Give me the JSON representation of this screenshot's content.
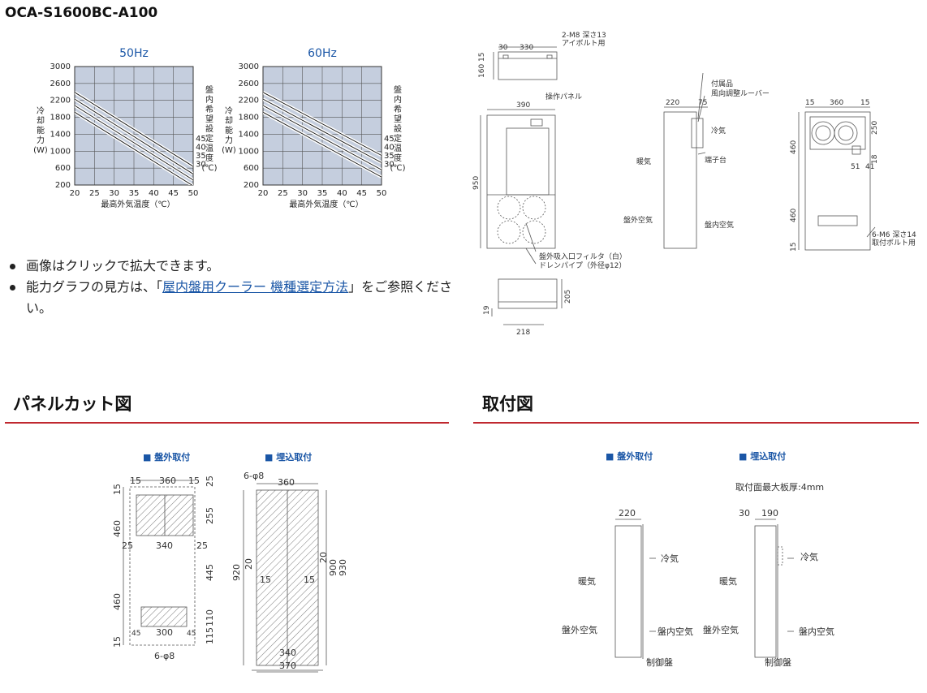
{
  "model": "OCA-S1600BC-A100",
  "graphs": {
    "y_ticks": [
      "3000",
      "2600",
      "2200",
      "1800",
      "1400",
      "1000",
      "600",
      "200"
    ],
    "x_ticks": [
      "20",
      "25",
      "30",
      "35",
      "40",
      "45",
      "50"
    ],
    "xlabel": "最高外気温度（℃）",
    "ylabel": "冷却能力（W）",
    "setpoint_label": "盤内希望設定温度（℃）",
    "line_labels": [
      "45",
      "40",
      "35",
      "30"
    ],
    "left_title": "50Hz",
    "right_title": "60Hz"
  },
  "chart_data": [
    {
      "type": "line",
      "title": "50Hz",
      "xlabel": "最高外気温度（℃）",
      "ylabel": "冷却能力（W）",
      "xlim": [
        20,
        50
      ],
      "ylim": [
        200,
        3000
      ],
      "grid": true,
      "x": [
        20,
        50
      ],
      "series": [
        {
          "name": "45",
          "values": [
            2390,
            640
          ]
        },
        {
          "name": "40",
          "values": [
            2230,
            460
          ]
        },
        {
          "name": "35",
          "values": [
            2080,
            320
          ]
        },
        {
          "name": "30",
          "values": [
            1920,
            180
          ]
        }
      ]
    },
    {
      "type": "line",
      "title": "60Hz",
      "xlabel": "最高外気温度（℃）",
      "ylabel": "冷却能力（W）",
      "xlim": [
        20,
        50
      ],
      "ylim": [
        200,
        3000
      ],
      "grid": true,
      "x": [
        20,
        50
      ],
      "series": [
        {
          "name": "45",
          "values": [
            2390,
            900
          ]
        },
        {
          "name": "40",
          "values": [
            2230,
            730
          ]
        },
        {
          "name": "35",
          "values": [
            2080,
            560
          ]
        },
        {
          "name": "30",
          "values": [
            1920,
            390
          ]
        }
      ]
    }
  ],
  "notes": {
    "item1": "画像はクリックで拡大できます。",
    "item2_pre": "能力グラフの見方は、「",
    "item2_link": "屋内盤用クーラー 機種選定方法",
    "item2_post": "」をご参照ください。"
  },
  "sections": {
    "panel_cut": "パネルカット図",
    "mounting": "取付図"
  },
  "dimension_drawing": {
    "top": {
      "d30": "30",
      "d330": "330",
      "d15": "15",
      "d160": "160",
      "callout_line1": "2-M8 深さ13",
      "callout_line2": "アイボルト用"
    },
    "front": {
      "d390": "390",
      "d950": "950",
      "op_panel": "操作パネル",
      "filter": "盤外吸入口フィルタ（白）",
      "drain": "ドレンパイプ（外径φ12）"
    },
    "bottom": {
      "d19": "19",
      "d205": "205",
      "d218": "218"
    },
    "side": {
      "d220": "220",
      "d75": "75",
      "acc1": "付属品",
      "acc2": "風向調整ルーバー",
      "cold": "冷気",
      "terminal": "端子台",
      "warm": "暖気",
      "out_air": "盤外空気",
      "in_air": "盤内空気"
    },
    "back": {
      "d15a": "15",
      "d360": "360",
      "d15b": "15",
      "d250": "250",
      "d460a": "460",
      "d18": "18",
      "d51": "51",
      "d41": "41",
      "d460b": "460",
      "d15c": "15",
      "callout_line1": "6-M6 深さ14",
      "callout_line2": "取付ボルト用"
    }
  },
  "panel_cut": {
    "ext_title": "■ 盤外取付",
    "emb_title": "■ 埋込取付",
    "ext": {
      "d15a": "15",
      "d360": "360",
      "d15b": "15",
      "d25a": "25",
      "d15c": "15",
      "d255": "255",
      "d460a": "460",
      "d25b": "25",
      "d340": "340",
      "d25c": "25",
      "d445": "445",
      "d460b": "460",
      "d110": "110",
      "d45a": "45",
      "d300": "300",
      "d45b": "45",
      "d115": "115",
      "d15d": "15",
      "holes": "6-φ8"
    },
    "emb": {
      "holes": "6-φ8",
      "d360": "360",
      "d920": "920",
      "d20a": "20",
      "d15a": "15",
      "d15b": "15",
      "d20b": "20",
      "d900": "900",
      "d930": "930",
      "d340": "340",
      "d370": "370"
    }
  },
  "mounting": {
    "ext_title": "■ 盤外取付",
    "emb_title": "■ 埋込取付",
    "max_thickness": "取付面最大板厚:4mm",
    "ext": {
      "d220": "220",
      "cold": "冷気",
      "warm": "暖気",
      "out_air": "盤外空気",
      "in_air": "盤内空気",
      "panel": "制御盤"
    },
    "emb": {
      "d30": "30",
      "d190": "190",
      "cold": "冷気",
      "warm": "暖気",
      "out_air": "盤外空気",
      "in_air": "盤内空気",
      "panel": "制御盤"
    }
  }
}
